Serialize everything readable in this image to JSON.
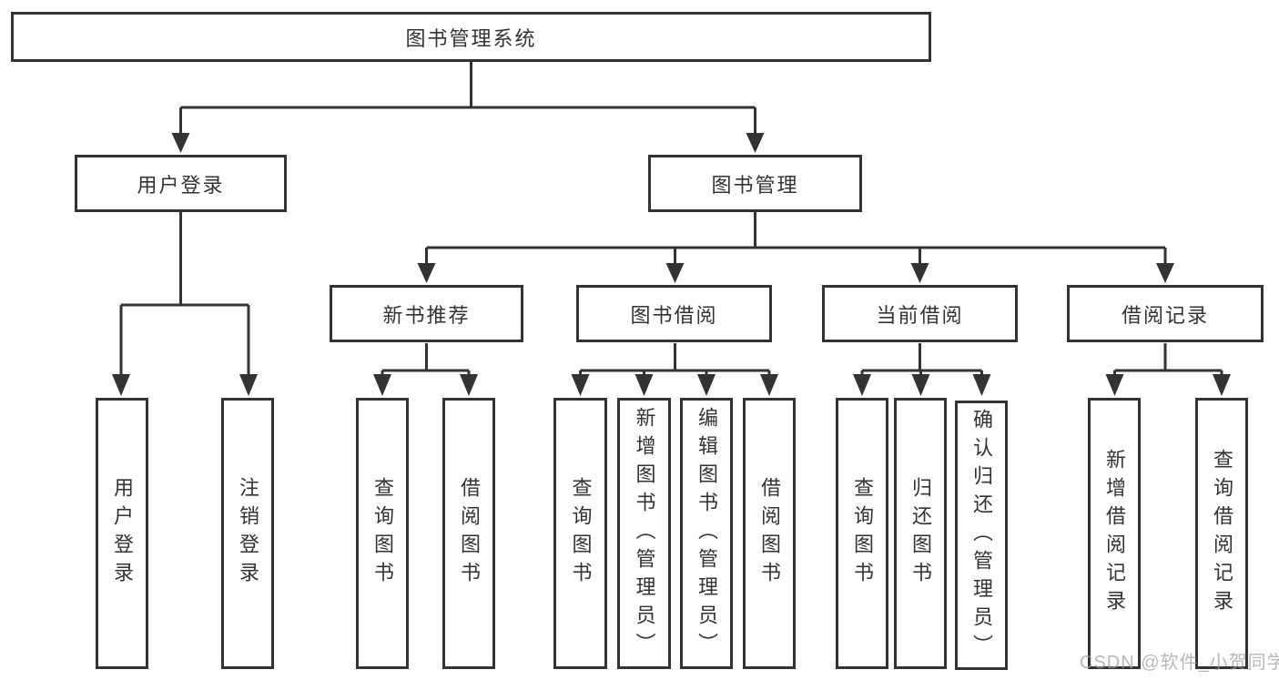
{
  "diagram": {
    "title": "图书管理系统",
    "nodes": {
      "root": {
        "label": "图书管理系统"
      },
      "user_login": {
        "label": "用户登录"
      },
      "book_mgmt": {
        "label": "图书管理"
      },
      "new_book_rec": {
        "label": "新书推荐"
      },
      "book_borrow": {
        "label": "图书借阅"
      },
      "current_borrow": {
        "label": "当前借阅"
      },
      "borrow_record": {
        "label": "借阅记录"
      },
      "user_login_leaf": {
        "label": "用户登录"
      },
      "logout_leaf": {
        "label": "注销登录"
      },
      "rec_query_book": {
        "label": "查询图书"
      },
      "rec_borrow_book": {
        "label": "借阅图书"
      },
      "bb_query_book": {
        "label": "查询图书"
      },
      "bb_add_book": {
        "label": "新增图书（管理员）"
      },
      "bb_edit_book": {
        "label": "编辑图书（管理员）"
      },
      "bb_borrow_book": {
        "label": "借阅图书"
      },
      "cb_query_book": {
        "label": "查询图书"
      },
      "cb_return_book": {
        "label": "归还图书"
      },
      "cb_confirm_return": {
        "label": "确认归还（管理员）"
      },
      "br_add_record": {
        "label": "新增借阅记录"
      },
      "br_query_record": {
        "label": "查询借阅记录"
      }
    },
    "hierarchy": {
      "root": [
        "user_login",
        "book_mgmt"
      ],
      "user_login": [
        "user_login_leaf",
        "logout_leaf"
      ],
      "book_mgmt": [
        "new_book_rec",
        "book_borrow",
        "current_borrow",
        "borrow_record"
      ],
      "new_book_rec": [
        "rec_query_book",
        "rec_borrow_book"
      ],
      "book_borrow": [
        "bb_query_book",
        "bb_add_book",
        "bb_edit_book",
        "bb_borrow_book"
      ],
      "current_borrow": [
        "cb_query_book",
        "cb_return_book",
        "cb_confirm_return"
      ],
      "borrow_record": [
        "br_add_record",
        "br_query_record"
      ]
    },
    "colors": {
      "node_border": "#333333",
      "connector_line": "#333333",
      "text": "#333333",
      "background": "#ffffff",
      "watermark": "#9e9e9e"
    }
  },
  "watermark": {
    "text": "CSDN @软件_小贺同学"
  }
}
